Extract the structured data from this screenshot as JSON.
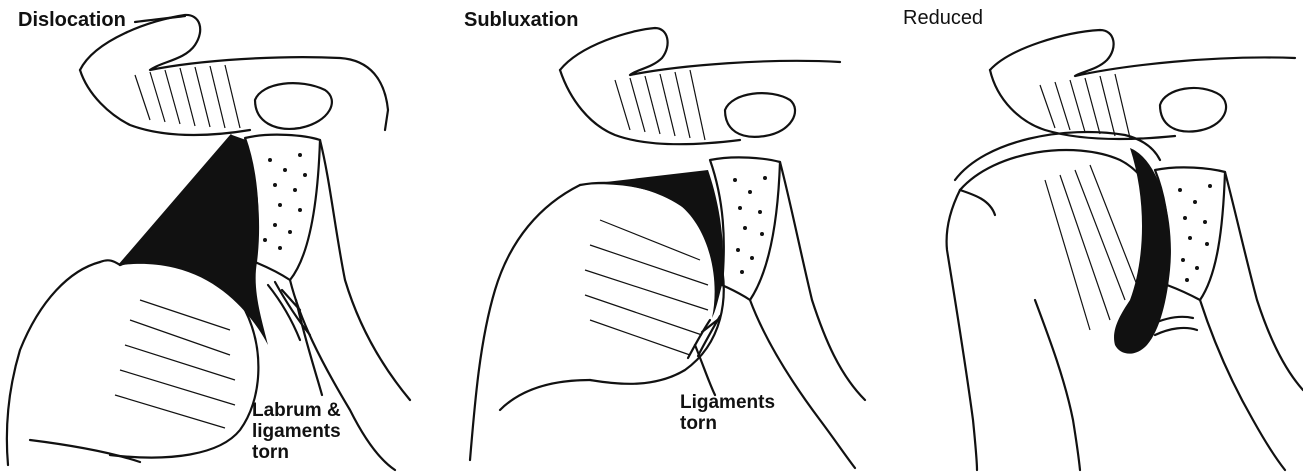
{
  "panels": [
    {
      "title": "Dislocation",
      "callout": "Labrum &\nligaments\ntorn"
    },
    {
      "title": "Subluxation",
      "callout": "Ligaments\ntorn"
    },
    {
      "title": "Reduced"
    }
  ],
  "colors": {
    "ink": "#111111",
    "paper": "#ffffff"
  }
}
